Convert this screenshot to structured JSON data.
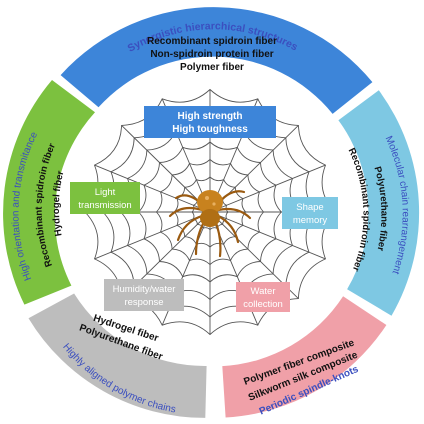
{
  "segments": {
    "top": {
      "title": "Synergistic hierarchical structures",
      "items": [
        "Recombinant spidroin fiber",
        "Non-spidroin protein fiber",
        "Polymer fiber"
      ],
      "color": "#3d85d9"
    },
    "left": {
      "title": "High orientation and transmitance",
      "items": [
        "Recombinant spidroin fiber",
        "Hydrogel fiber"
      ],
      "color": "#7cc13f"
    },
    "right": {
      "title": "Molecular chain rearrangement",
      "items": [
        "Polyurethane fiber",
        "Recombinant spidroin fiber"
      ],
      "color": "#7ec8e3"
    },
    "bottom_left": {
      "title": "Highly aligned polymer chains",
      "items": [
        "Hydrogel fiber",
        "Polyurethane fiber"
      ],
      "color": "#bdbdbd"
    },
    "bottom_right": {
      "title": "Periodic spindle-knots",
      "items": [
        "Polymer fiber composite",
        "Silkworm silk  composite"
      ],
      "color": "#f0a0a8"
    }
  },
  "properties": {
    "strength": {
      "line1": "High strength",
      "line2": "High toughness",
      "color": "#3d85d9"
    },
    "light": {
      "line1": "Light",
      "line2": "transmission",
      "color": "#7cc13f"
    },
    "shape": {
      "line1": "Shape",
      "line2": "memory",
      "color": "#7ec8e3"
    },
    "humidity": {
      "line1": "Humidity/water",
      "line2": "response",
      "color": "#bdbdbd"
    },
    "water": {
      "line1": "Water",
      "line2": "collection",
      "color": "#f0a0a8"
    }
  },
  "colors": {
    "title_text": "#3b4fbf",
    "item_text": "#111111",
    "web_line": "#555555",
    "spider": "#c8821e"
  },
  "center_image": "spider-web-with-spider"
}
